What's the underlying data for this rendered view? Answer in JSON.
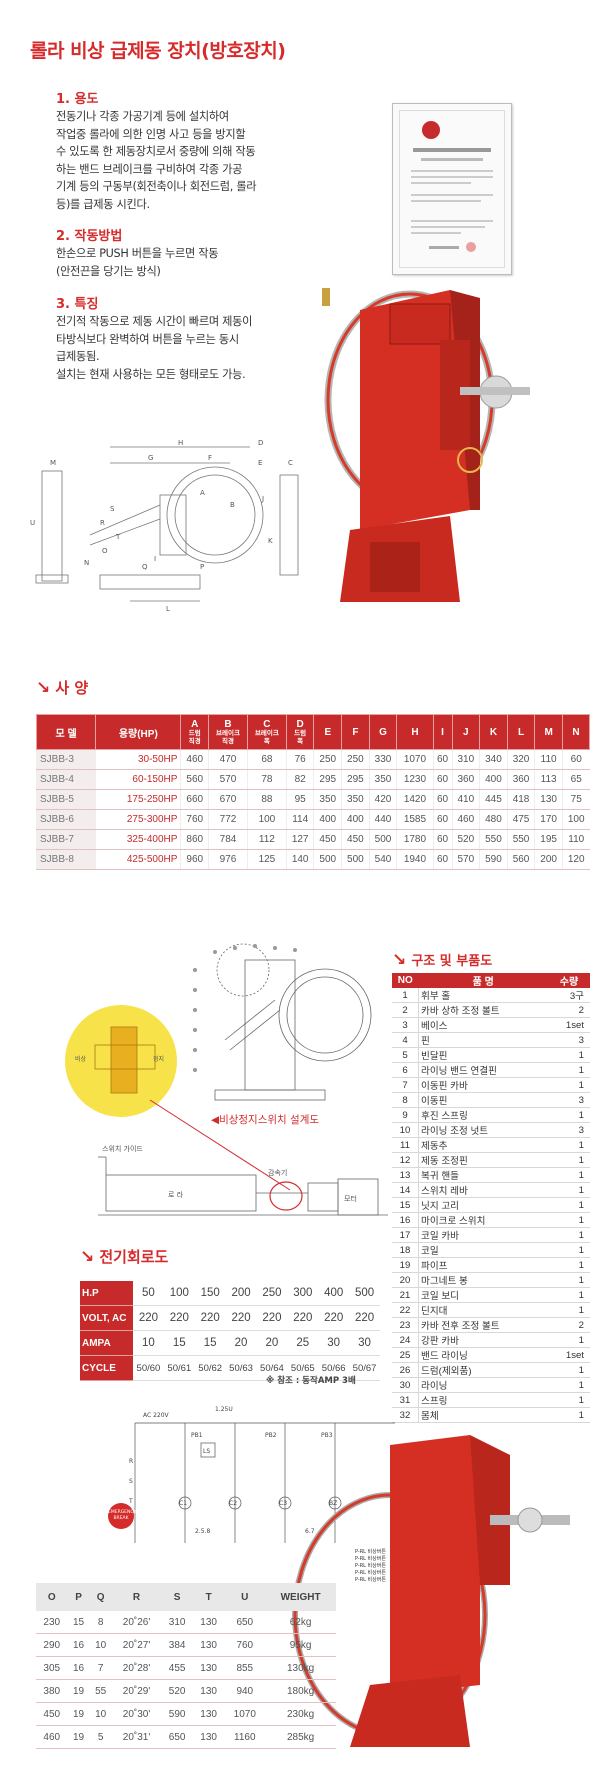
{
  "title": "롤라 비상 급제동 장치(방호장치)",
  "sections": [
    {
      "heading": "1. 용도",
      "text": "전동기나 각종 가공기계 등에 설치하여\n작업중 롤라에 의한 인명 사고 등을 방지할\n수 있도록 한 제동장치로서 중량에 의해 작동\n하는 밴드 브레이크를 구비하여 각종 가공\n기계 등의 구동부(회전축이나 회전드럼, 롤라\n등)를 급제동 시킨다."
    },
    {
      "heading": "2. 작동방법",
      "text": "한손으로 PUSH 버튼을 누르면 작동\n(안전끈을 당기는 방식)"
    },
    {
      "heading": "3. 특징",
      "text": "전기적 작동으로 제동 시간이 빠르며 제동이\n타방식보다 완벽하여 버튼을 누르는 동시\n급제동됨.\n설치는 현재 사용하는 모든 형태로도 가능."
    }
  ],
  "spec": {
    "heading": "사 양",
    "columns": [
      {
        "main": "모 델",
        "sub": ""
      },
      {
        "main": "용량(HP)",
        "sub": ""
      },
      {
        "main": "A",
        "sub": "드럼\n직경"
      },
      {
        "main": "B",
        "sub": "브레이크\n직경"
      },
      {
        "main": "C",
        "sub": "브레이크\n폭"
      },
      {
        "main": "D",
        "sub": "드럼\n폭"
      },
      {
        "main": "E",
        "sub": ""
      },
      {
        "main": "F",
        "sub": ""
      },
      {
        "main": "G",
        "sub": ""
      },
      {
        "main": "H",
        "sub": ""
      },
      {
        "main": "I",
        "sub": ""
      },
      {
        "main": "J",
        "sub": ""
      },
      {
        "main": "K",
        "sub": ""
      },
      {
        "main": "L",
        "sub": ""
      },
      {
        "main": "M",
        "sub": ""
      },
      {
        "main": "N",
        "sub": ""
      }
    ],
    "rows": [
      [
        "SJBB-3",
        "30-50HP",
        "460",
        "470",
        "68",
        "76",
        "250",
        "250",
        "330",
        "1070",
        "60",
        "310",
        "340",
        "320",
        "110",
        "60"
      ],
      [
        "SJBB-4",
        "60-150HP",
        "560",
        "570",
        "78",
        "82",
        "295",
        "295",
        "350",
        "1230",
        "60",
        "360",
        "400",
        "360",
        "113",
        "65"
      ],
      [
        "SJBB-5",
        "175-250HP",
        "660",
        "670",
        "88",
        "95",
        "350",
        "350",
        "420",
        "1420",
        "60",
        "410",
        "445",
        "418",
        "130",
        "75"
      ],
      [
        "SJBB-6",
        "275-300HP",
        "760",
        "772",
        "100",
        "114",
        "400",
        "400",
        "440",
        "1585",
        "60",
        "460",
        "480",
        "475",
        "170",
        "100"
      ],
      [
        "SJBB-7",
        "325-400HP",
        "860",
        "784",
        "112",
        "127",
        "450",
        "450",
        "500",
        "1780",
        "60",
        "520",
        "550",
        "550",
        "195",
        "110"
      ],
      [
        "SJBB-8",
        "425-500HP",
        "960",
        "976",
        "125",
        "140",
        "500",
        "500",
        "540",
        "1940",
        "60",
        "570",
        "590",
        "560",
        "200",
        "120"
      ]
    ]
  },
  "parts": {
    "heading": "구조 및 부품도",
    "columns": [
      "NO",
      "품 명",
      "수량"
    ],
    "rows": [
      [
        "1",
        "휘부 홀",
        "3구"
      ],
      [
        "2",
        "카바 상하 조정 볼트",
        "2"
      ],
      [
        "3",
        "베이스",
        "1set"
      ],
      [
        "4",
        "핀",
        "3"
      ],
      [
        "5",
        "빈달핀",
        "1"
      ],
      [
        "6",
        "라이닝 밴드 연결핀",
        "1"
      ],
      [
        "7",
        "이동핀 카바",
        "1"
      ],
      [
        "8",
        "이동핀",
        "3"
      ],
      [
        "9",
        "후진 스프링",
        "1"
      ],
      [
        "10",
        "라이닝 조정 넛트",
        "3"
      ],
      [
        "11",
        "제동추",
        "1"
      ],
      [
        "12",
        "제동 조정핀",
        "1"
      ],
      [
        "13",
        "복귀 핸들",
        "1"
      ],
      [
        "14",
        "스위치 레바",
        "1"
      ],
      [
        "15",
        "닛지 고리",
        "1"
      ],
      [
        "16",
        "마이크로 스위치",
        "1"
      ],
      [
        "17",
        "코일 카바",
        "1"
      ],
      [
        "18",
        "코일",
        "1"
      ],
      [
        "19",
        "파이프",
        "1"
      ],
      [
        "20",
        "마그네트 봉",
        "1"
      ],
      [
        "21",
        "코일 보디",
        "1"
      ],
      [
        "22",
        "딘지대",
        "1"
      ],
      [
        "23",
        "카바 전후 조정 볼트",
        "2"
      ],
      [
        "24",
        "강판 카바",
        "1"
      ],
      [
        "25",
        "밴드 라이닝",
        "1set"
      ],
      [
        "26",
        "드럼(제외품)",
        "1"
      ],
      [
        "30",
        "라이닝",
        "1"
      ],
      [
        "31",
        "스프링",
        "1"
      ],
      [
        "32",
        "몸체",
        "1"
      ]
    ]
  },
  "diagram_labels": {
    "switch_design": "◀비상정지스위치 설계도",
    "switch_guide": "스위치 가이드",
    "roller": "로 라",
    "reducer": "감속기",
    "motor": "모터",
    "dim_letters": [
      "H",
      "G",
      "F",
      "D",
      "E",
      "C",
      "A",
      "B",
      "J",
      "K",
      "S",
      "R",
      "T",
      "U",
      "M",
      "N",
      "O",
      "Q",
      "P",
      "L",
      "I"
    ]
  },
  "electric": {
    "heading": "전기회로도",
    "rows": [
      {
        "label": "H.P",
        "values": [
          "50",
          "100",
          "150",
          "200",
          "250",
          "300",
          "400",
          "500"
        ]
      },
      {
        "label": "VOLT, AC",
        "values": [
          "220",
          "220",
          "220",
          "220",
          "220",
          "220",
          "220",
          "220"
        ]
      },
      {
        "label": "AMPA",
        "values": [
          "10",
          "15",
          "15",
          "20",
          "20",
          "25",
          "30",
          "30"
        ]
      },
      {
        "label": "CYCLE",
        "values": [
          "50/60",
          "50/61",
          "50/62",
          "50/63",
          "50/64",
          "50/65",
          "50/66",
          "50/67"
        ]
      }
    ],
    "note": "※ 참조 : 동작AMP 3배"
  },
  "circuit_labels": {
    "voltage": "AC 220V",
    "fuse": "1.25U",
    "components": [
      "PB1",
      "PB2",
      "PB3",
      "LS",
      "C1",
      "C2",
      "C3",
      "BZ",
      "R",
      "S",
      "T"
    ],
    "nodes": "2.5.8",
    "node2": "6.7",
    "emergency": "EMERGENCY BREAK",
    "legend": [
      "P-RL 비상버튼",
      "P-RL 비상버튼",
      "P-RL 비상버튼",
      "P-RL 비상버튼",
      "P-RL 비상버튼"
    ]
  },
  "dims": {
    "columns": [
      "O",
      "P",
      "Q",
      "R",
      "S",
      "T",
      "U",
      "WEIGHT"
    ],
    "rows": [
      [
        "230",
        "15",
        "8",
        "20˚26'",
        "310",
        "130",
        "650",
        "62kg"
      ],
      [
        "290",
        "16",
        "10",
        "20˚27'",
        "384",
        "130",
        "760",
        "95kg"
      ],
      [
        "305",
        "16",
        "7",
        "20˚28'",
        "455",
        "130",
        "855",
        "130kg"
      ],
      [
        "380",
        "19",
        "55",
        "20˚29'",
        "520",
        "130",
        "940",
        "180kg"
      ],
      [
        "450",
        "19",
        "10",
        "20˚30'",
        "590",
        "130",
        "1070",
        "230kg"
      ],
      [
        "460",
        "19",
        "5",
        "20˚31'",
        "650",
        "130",
        "1160",
        "285kg"
      ]
    ]
  }
}
